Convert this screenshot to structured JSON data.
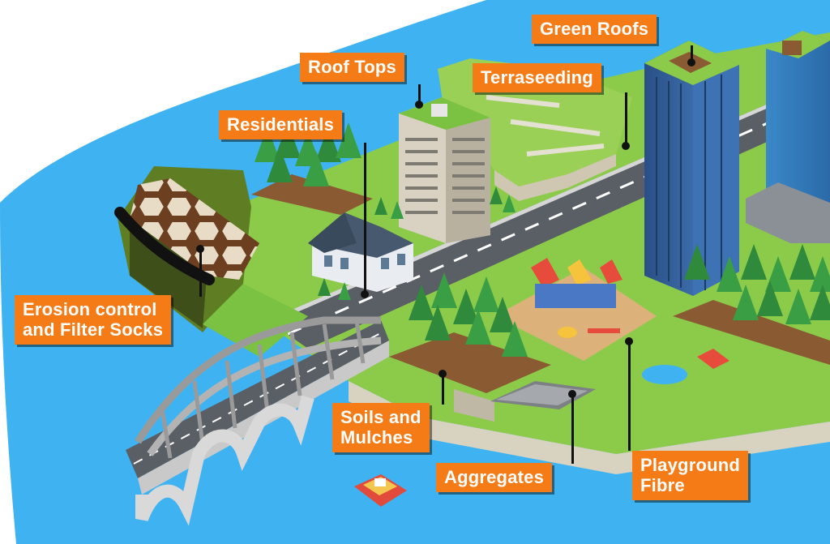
{
  "labels": {
    "green_roofs": "Green Roofs",
    "roof_tops": "Roof Tops",
    "terraseeding": "Terraseeding",
    "residentials": "Residentials",
    "erosion_control": "Erosion control\nand Filter Socks",
    "soils_mulches": "Soils and\nMulches",
    "aggregates": "Aggregates",
    "playground_fibre": "Playground\nFibre"
  },
  "colors": {
    "label_bg": "#f47b16",
    "label_text": "#ffffff",
    "water": "#3fb3f1",
    "grass": "#7cc242",
    "road": "#555a60",
    "tower_glass": "#2f5f9e"
  }
}
